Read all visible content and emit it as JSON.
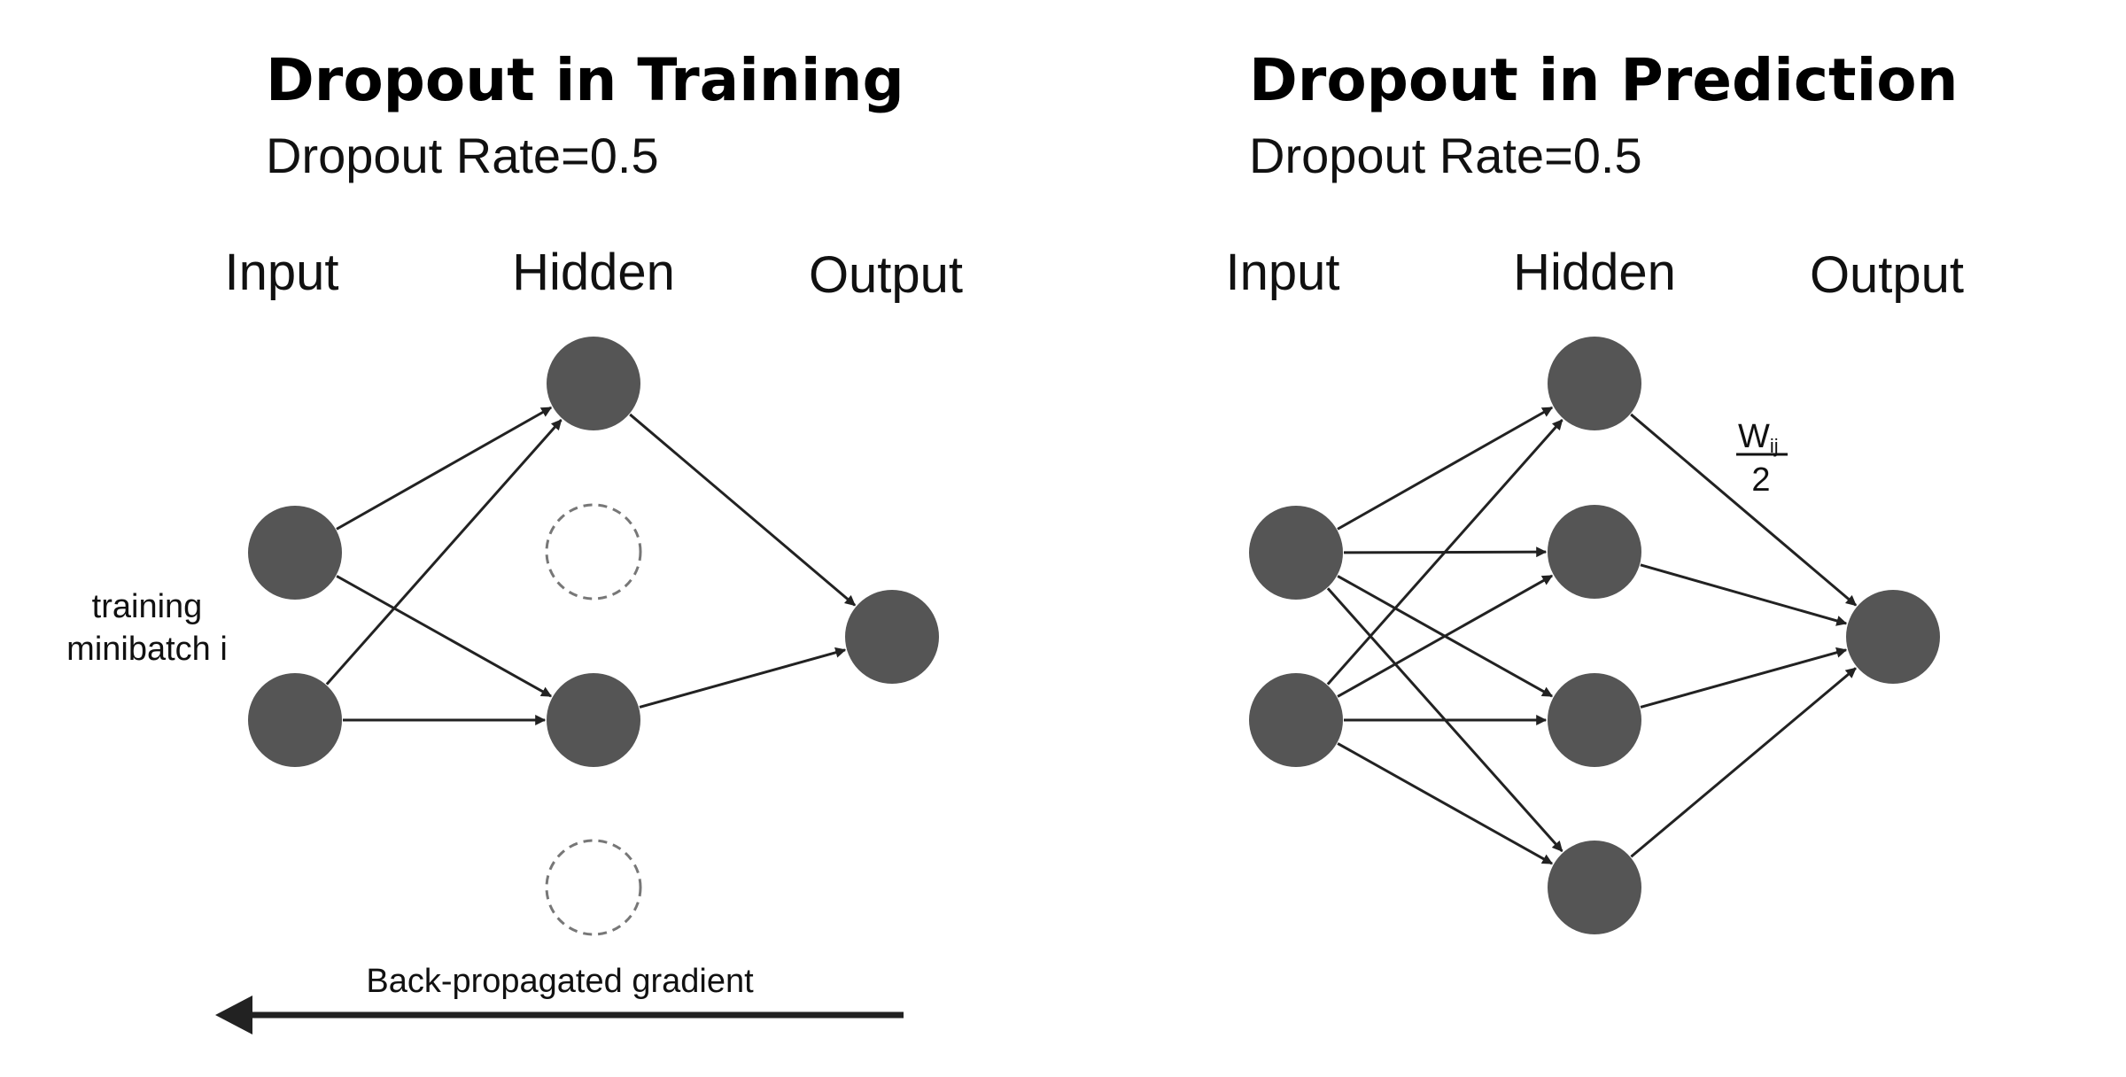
{
  "colors": {
    "node": "#555555",
    "edge": "#222222",
    "dropped": "#777777",
    "text": "#111111"
  },
  "training": {
    "title": "Dropout in Training",
    "subtitle": "Dropout Rate=0.5",
    "layers": {
      "input": "Input",
      "hidden": "Hidden",
      "output": "Output"
    },
    "side_label": {
      "line1": "training",
      "line2": "minibatch i"
    },
    "gradient_label": "Back-propagated gradient",
    "nodes": [
      {
        "id": "in1",
        "state": "active"
      },
      {
        "id": "in2",
        "state": "active"
      },
      {
        "id": "h1",
        "state": "active"
      },
      {
        "id": "h2",
        "state": "dropped"
      },
      {
        "id": "h3",
        "state": "active"
      },
      {
        "id": "h4",
        "state": "dropped"
      },
      {
        "id": "out",
        "state": "active"
      }
    ],
    "edges": [
      [
        "in1",
        "h1"
      ],
      [
        "in1",
        "h3"
      ],
      [
        "in2",
        "h1"
      ],
      [
        "in2",
        "h3"
      ],
      [
        "h1",
        "out"
      ],
      [
        "h3",
        "out"
      ]
    ]
  },
  "prediction": {
    "title": "Dropout in Prediction",
    "subtitle": "Dropout Rate=0.5",
    "layers": {
      "input": "Input",
      "hidden": "Hidden",
      "output": "Output"
    },
    "weight_label": {
      "numerator": "W",
      "subscript": "ij",
      "denominator": "2"
    },
    "nodes": [
      {
        "id": "in1",
        "state": "active"
      },
      {
        "id": "in2",
        "state": "active"
      },
      {
        "id": "h1",
        "state": "active"
      },
      {
        "id": "h2",
        "state": "active"
      },
      {
        "id": "h3",
        "state": "active"
      },
      {
        "id": "h4",
        "state": "active"
      },
      {
        "id": "out",
        "state": "active"
      }
    ],
    "edges": [
      [
        "in1",
        "h1"
      ],
      [
        "in1",
        "h2"
      ],
      [
        "in1",
        "h3"
      ],
      [
        "in1",
        "h4"
      ],
      [
        "in2",
        "h1"
      ],
      [
        "in2",
        "h2"
      ],
      [
        "in2",
        "h3"
      ],
      [
        "in2",
        "h4"
      ],
      [
        "h1",
        "out"
      ],
      [
        "h2",
        "out"
      ],
      [
        "h3",
        "out"
      ],
      [
        "h4",
        "out"
      ]
    ]
  }
}
